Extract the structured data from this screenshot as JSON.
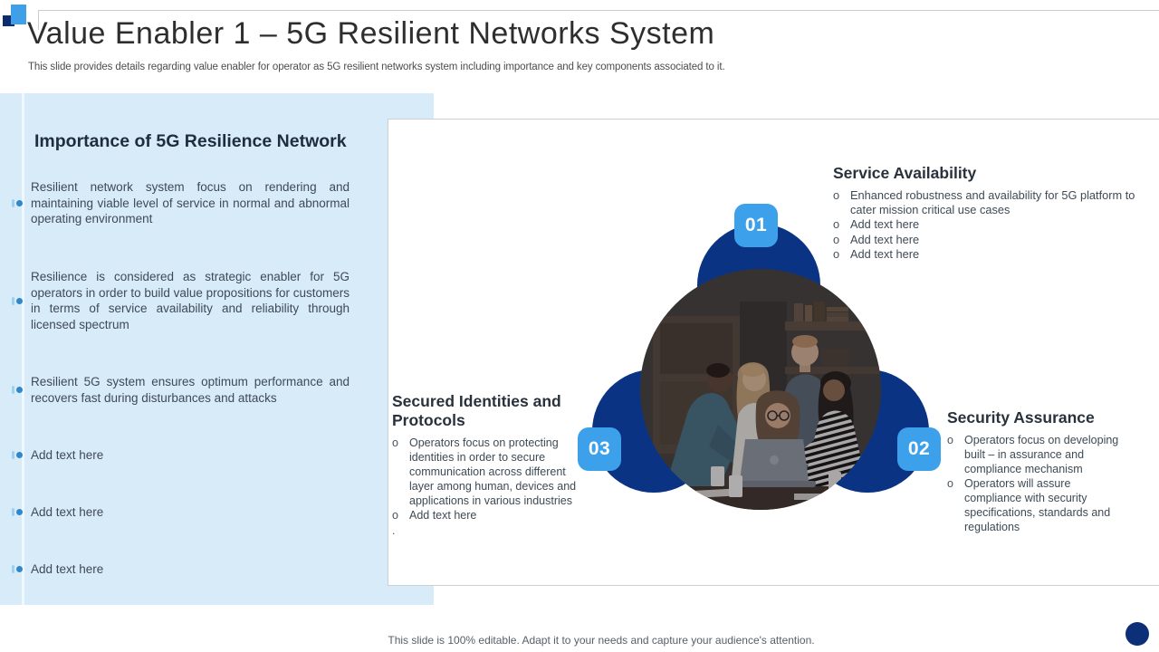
{
  "slide": {
    "title": "Value Enabler 1 – 5G Resilient Networks System",
    "subtitle": "This slide provides details regarding value enabler for operator as 5G resilient networks system including importance and key components associated to it.",
    "footer_note": "This slide is 100% editable. Adapt it to your needs and capture your audience's attention."
  },
  "left_panel": {
    "heading": "Importance of 5G Resilience Network",
    "bullets": [
      "Resilient network system focus on rendering and maintaining viable level of service in normal and abnormal operating environment",
      "Resilience is considered as strategic enabler for 5G operators in order to build value propositions for customers in terms of service availability and reliability through licensed spectrum",
      "Resilient 5G system ensures optimum performance and recovers fast during disturbances and attacks",
      "Add text here",
      "Add text here",
      "Add text here"
    ]
  },
  "diagram": {
    "badge_01": "01",
    "badge_02": "02",
    "badge_03": "03",
    "photo_caption": "team-collaboration-photo",
    "service_availability": {
      "heading": "Service Availability",
      "bullets": [
        "Enhanced robustness and availability for 5G platform to cater mission critical use cases",
        "Add text here",
        "Add text here",
        "Add text here"
      ]
    },
    "security_assurance": {
      "heading": "Security Assurance",
      "bullets": [
        "Operators focus on developing built – in assurance and compliance mechanism",
        "Operators will assure compliance with security specifications, standards and regulations"
      ]
    },
    "secured_identities": {
      "heading": "Secured Identities and Protocols",
      "bullets": [
        "Operators focus on protecting identities in order to secure communication across different layer among human, devices and applications in various industries",
        "Add text here"
      ],
      "trailing_mark": "."
    }
  },
  "glyphs": {
    "circle_bullet": "o"
  },
  "colors": {
    "accent_blue": "#3da0ea",
    "petal_navy": "#0a3483",
    "panel_blue": "#d8ebf8",
    "corner_light_blue": "#3f9fe8",
    "corner_dark_navy": "#0c2d6b",
    "dot_navy": "#0d2f78"
  }
}
